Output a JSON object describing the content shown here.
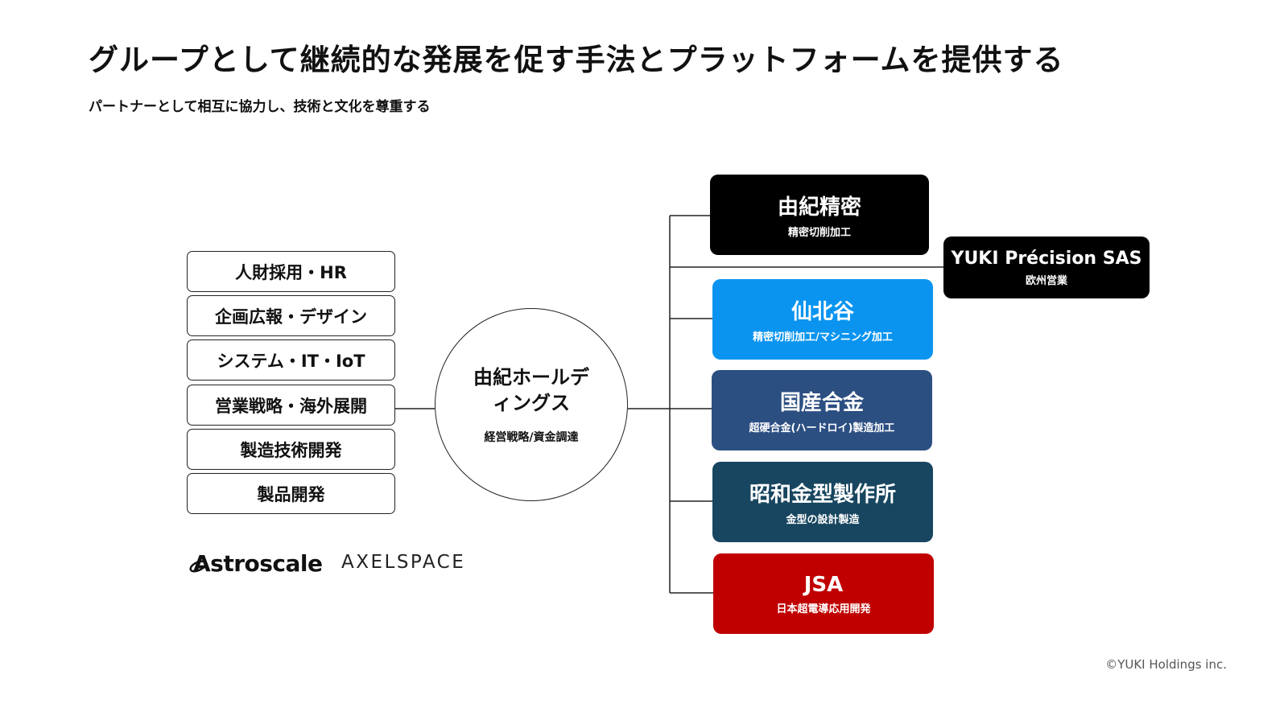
{
  "header": {
    "title": "グループとして継続的な発展を促す手法とプラットフォームを提供する",
    "subtitle": "パートナーとして相互に協力し、技術と文化を尊重する"
  },
  "functions": [
    "人財採用・HR",
    "企画広報・デザイン",
    "システム・IT・IoT",
    "営業戦略・海外展開",
    "製造技術開発",
    "製品開発"
  ],
  "hub": {
    "name": "由紀ホールディングス",
    "sub": "経営戦略/資金調達"
  },
  "companies": [
    {
      "name": "由紀精密",
      "sub": "精密切削加工",
      "color": "#000000"
    },
    {
      "name": "YUKI Précision SAS",
      "sub": "欧州営業",
      "color": "#000000"
    },
    {
      "name": "仙北谷",
      "sub": "精密切削加工/マシニング加工",
      "color": "#0a94f0"
    },
    {
      "name": "国産合金",
      "sub": "超硬合金(ハードロイ)製造加工",
      "color": "#2c4f82"
    },
    {
      "name": "昭和金型製作所",
      "sub": "金型の設計製造",
      "color": "#184660"
    },
    {
      "name": "JSA",
      "sub": "日本超電導応用開発",
      "color": "#c00000"
    }
  ],
  "partners": {
    "astroscale": "Astroscale",
    "axelspace": "AXELSPACE"
  },
  "copyright": "©YUKI Holdings inc."
}
